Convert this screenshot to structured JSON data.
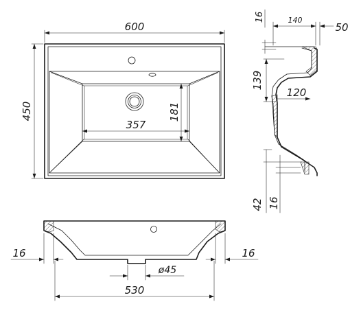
{
  "dimensions": {
    "top_width": "600",
    "depth": "450",
    "bowl_width": "357",
    "bowl_depth": "181",
    "side_top_thickness": "16",
    "side_rear_width": "140",
    "side_front_lip": "50",
    "side_bowl_height": "139",
    "side_bowl_depth": "120",
    "side_bottom_height": "42",
    "side_bottom_thickness": "16",
    "front_left_wall": "16",
    "front_right_wall": "16",
    "drain_diameter": "ø45",
    "bottom_width": "530"
  },
  "colors": {
    "line": "#1a1a1a",
    "background": "#ffffff"
  }
}
